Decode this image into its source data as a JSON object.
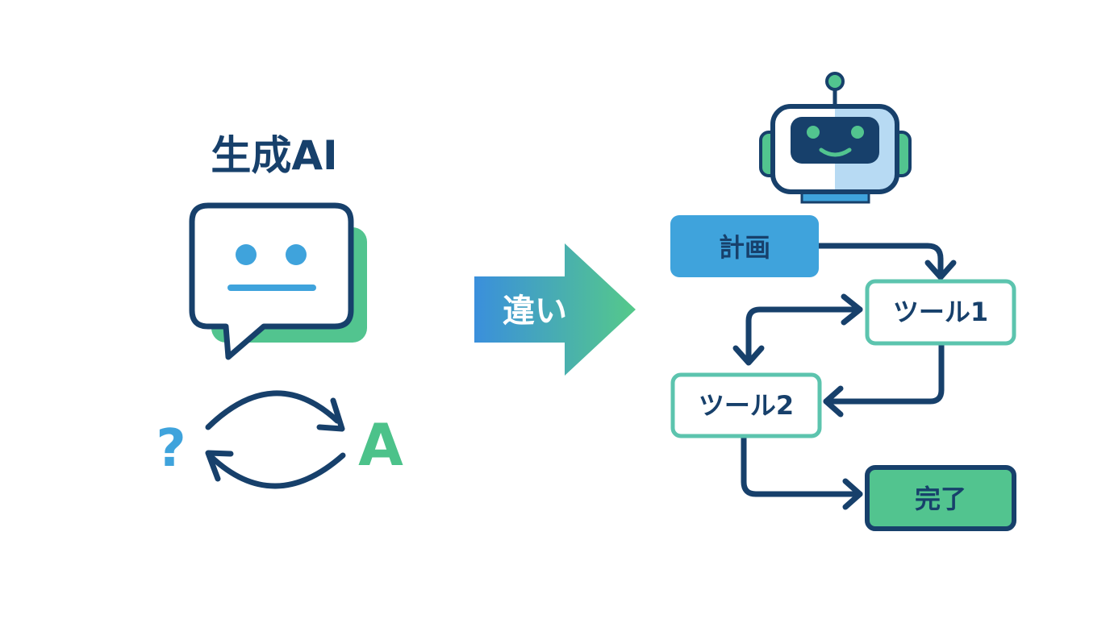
{
  "left": {
    "title": "生成AI",
    "question_mark": "?",
    "answer_letter": "A"
  },
  "middle": {
    "arrow_label": "違い"
  },
  "right": {
    "flow": {
      "plan": "計画",
      "tool1": "ツール1",
      "tool2": "ツール2",
      "done": "完了"
    }
  },
  "colors": {
    "navy": "#17406b",
    "blue": "#3fa3dc",
    "green": "#52c48f",
    "teal": "#5cc4ae",
    "light_blue": "#b7daf3"
  }
}
